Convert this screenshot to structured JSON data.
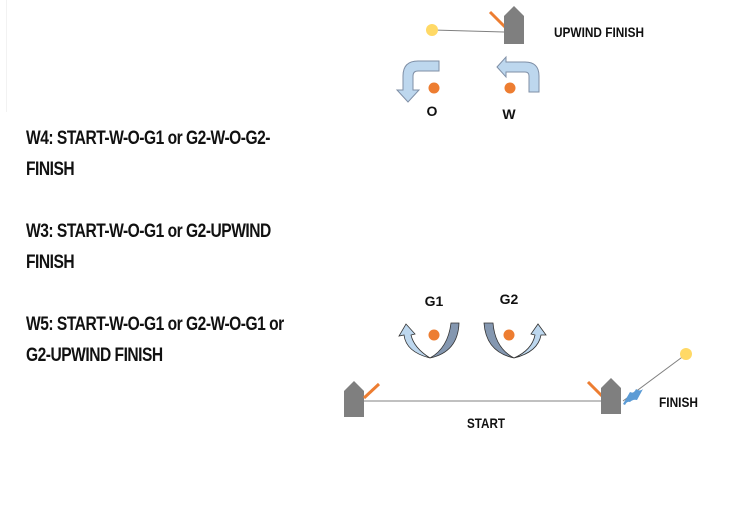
{
  "routes": [
    {
      "id": "W4",
      "text": "W4: START-W-O-G1 or G2-W-O-G2-FINISH"
    },
    {
      "id": "W3",
      "text": "W3: START-W-O-G1 or G2-UPWIND FINISH"
    },
    {
      "id": "W5",
      "text": "W5: START-W-O-G1 or G2-W-O-G1 or G2-UPWIND FINISH"
    }
  ],
  "marks": {
    "windward": "W",
    "offset": "O",
    "gate_1": "G1",
    "gate_2": "G2"
  },
  "lines": {
    "upwind_finish": "UPWIND FINISH",
    "start": "START",
    "finish": "FINISH"
  },
  "colors": {
    "mark": "#ED7D31",
    "pin_buoy": "#FFD966",
    "boat": "#7F7F7F",
    "flag_stick": "#ED7D31",
    "arrow_fill": "#BDD7EE",
    "arrow_dark": "#8497B0",
    "finish_flag": "#5B9BD5"
  }
}
